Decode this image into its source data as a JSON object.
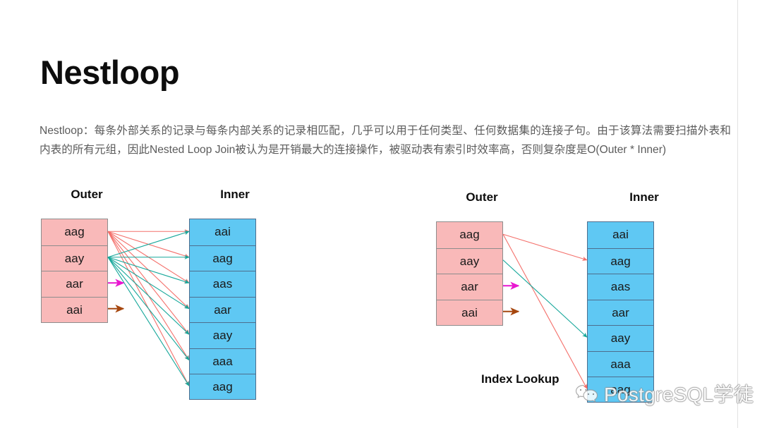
{
  "slide": {
    "title": "Nestloop",
    "paragraph": "Nestloop：每条外部关系的记录与每条内部关系的记录相匹配，几乎可以用于任何类型、任何数据集的连接子句。由于该算法需要扫描外表和内表的所有元组，因此Nested Loop Join被认为是开销最大的连接操作，被驱动表有索引时效率高，否则复杂度是O(Outer * Inner)",
    "background_color": "#ffffff",
    "title_color": "#0d0d0d",
    "paragraph_color": "#5b5b5b"
  },
  "colors": {
    "outer_fill": "#f9b9b9",
    "outer_border": "#8d8d8d",
    "inner_fill": "#5fc8f3",
    "inner_border": "#4e6e8e",
    "arrow_red": "#f4706b",
    "arrow_teal": "#16a79a",
    "arrow_magenta": "#e817d0",
    "arrow_brown": "#a6470f"
  },
  "diagrams": [
    {
      "id": "nested-loop-full-scan",
      "outer_title": "Outer",
      "inner_title": "Inner",
      "outer_rows": [
        "aag",
        "aay",
        "aar",
        "aai"
      ],
      "inner_rows": [
        "aai",
        "aag",
        "aas",
        "aar",
        "aay",
        "aaa",
        "aag"
      ],
      "caption": "",
      "arrows": [
        {
          "from_row": 0,
          "to_row": 0,
          "color": "#f4706b",
          "kind": "full"
        },
        {
          "from_row": 0,
          "to_row": 1,
          "color": "#f4706b",
          "kind": "full"
        },
        {
          "from_row": 0,
          "to_row": 2,
          "color": "#f4706b",
          "kind": "full"
        },
        {
          "from_row": 0,
          "to_row": 3,
          "color": "#f4706b",
          "kind": "full"
        },
        {
          "from_row": 0,
          "to_row": 4,
          "color": "#f4706b",
          "kind": "full"
        },
        {
          "from_row": 0,
          "to_row": 5,
          "color": "#f4706b",
          "kind": "full"
        },
        {
          "from_row": 0,
          "to_row": 6,
          "color": "#f4706b",
          "kind": "full"
        },
        {
          "from_row": 1,
          "to_row": 0,
          "color": "#16a79a",
          "kind": "full"
        },
        {
          "from_row": 1,
          "to_row": 1,
          "color": "#16a79a",
          "kind": "full"
        },
        {
          "from_row": 1,
          "to_row": 2,
          "color": "#16a79a",
          "kind": "full"
        },
        {
          "from_row": 1,
          "to_row": 3,
          "color": "#16a79a",
          "kind": "full"
        },
        {
          "from_row": 1,
          "to_row": 4,
          "color": "#16a79a",
          "kind": "full"
        },
        {
          "from_row": 1,
          "to_row": 5,
          "color": "#16a79a",
          "kind": "full"
        },
        {
          "from_row": 1,
          "to_row": 6,
          "color": "#16a79a",
          "kind": "full"
        },
        {
          "from_row": 2,
          "to_row": null,
          "color": "#e817d0",
          "kind": "stub"
        },
        {
          "from_row": 3,
          "to_row": null,
          "color": "#a6470f",
          "kind": "stub"
        }
      ]
    },
    {
      "id": "nested-loop-index-lookup",
      "outer_title": "Outer",
      "inner_title": "Inner",
      "outer_rows": [
        "aag",
        "aay",
        "aar",
        "aai"
      ],
      "inner_rows": [
        "aai",
        "aag",
        "aas",
        "aar",
        "aay",
        "aaa",
        "aag"
      ],
      "caption": "Index Lookup",
      "arrows": [
        {
          "from_row": 0,
          "to_row": 1,
          "color": "#f4706b",
          "kind": "full"
        },
        {
          "from_row": 0,
          "to_row": 6,
          "color": "#f4706b",
          "kind": "full"
        },
        {
          "from_row": 1,
          "to_row": 4,
          "color": "#16a79a",
          "kind": "full"
        },
        {
          "from_row": 2,
          "to_row": null,
          "color": "#e817d0",
          "kind": "stub"
        },
        {
          "from_row": 3,
          "to_row": null,
          "color": "#a6470f",
          "kind": "stub"
        }
      ]
    }
  ],
  "watermark": {
    "text": "PostgreSQL学徒",
    "icon": "wechat-icon"
  }
}
